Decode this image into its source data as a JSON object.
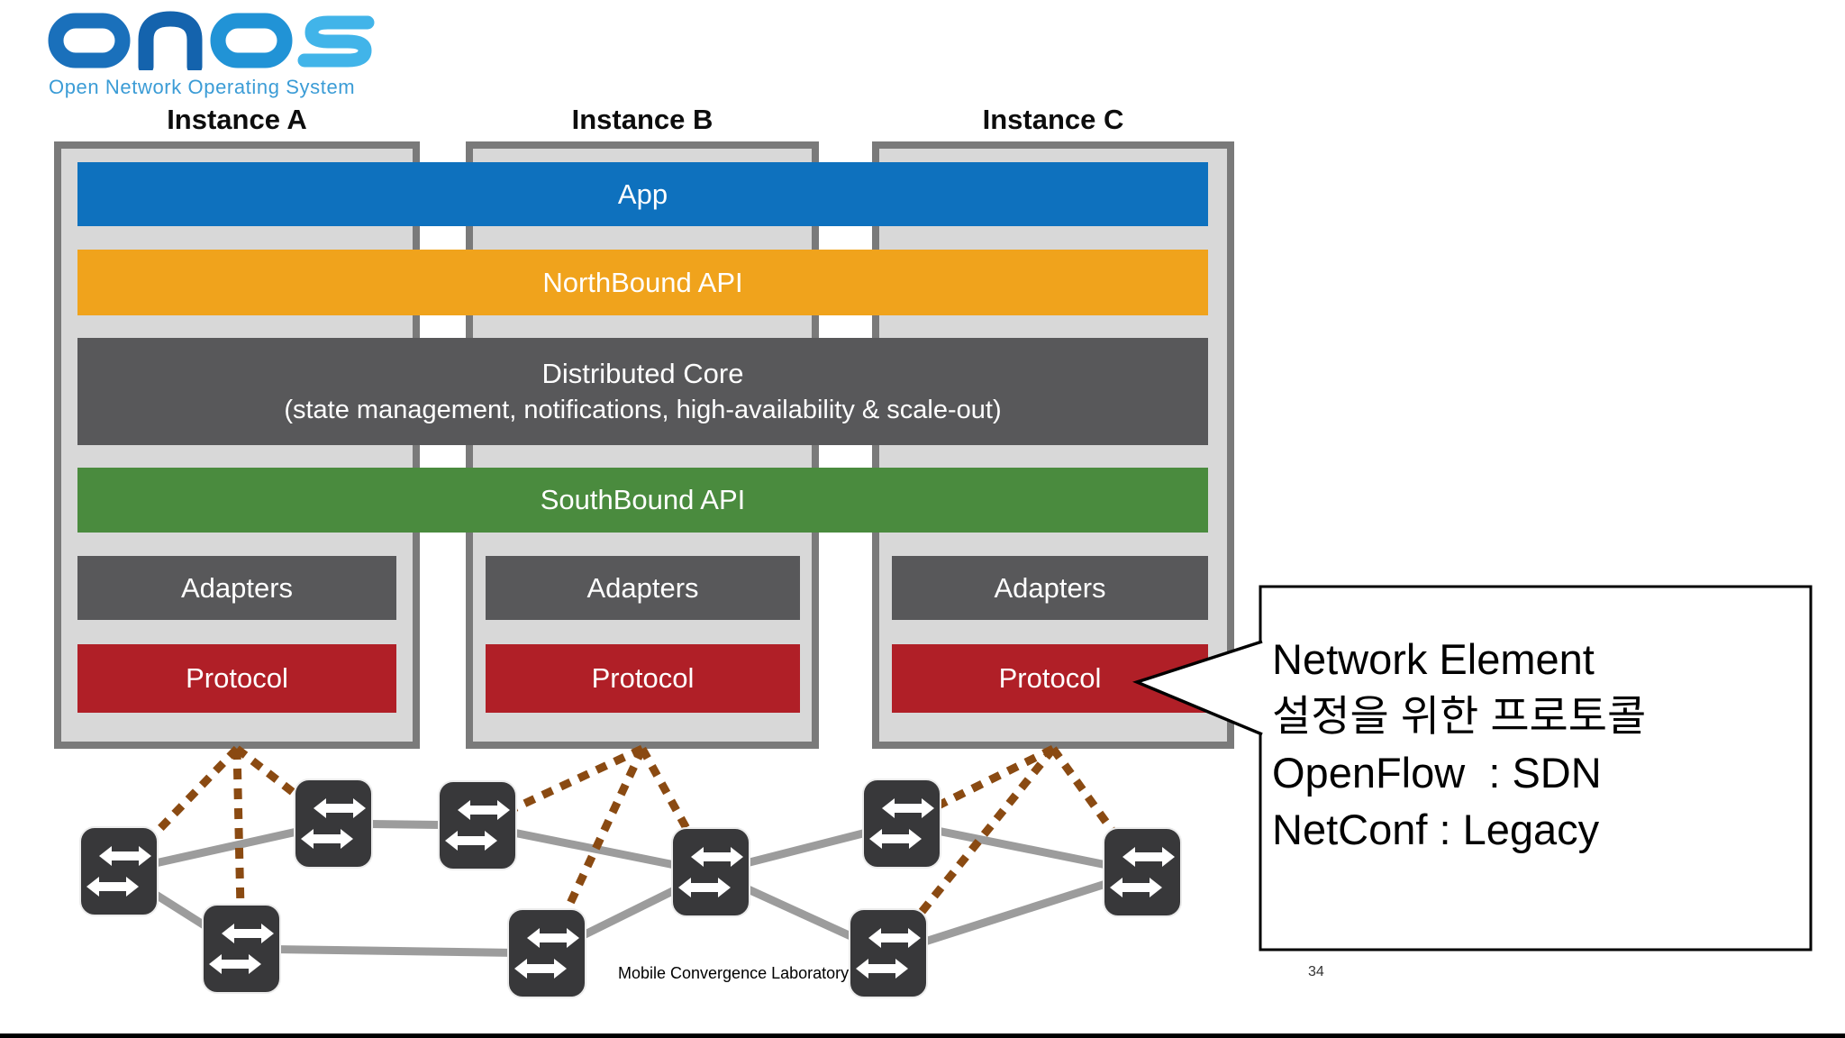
{
  "logo": {
    "word": "onos",
    "subtitle": "Open Network Operating System"
  },
  "instances": [
    {
      "label": "Instance A"
    },
    {
      "label": "Instance B"
    },
    {
      "label": "Instance C"
    }
  ],
  "layers": {
    "app": "App",
    "northbound_api": "NorthBound API",
    "distributed_core_title": "Distributed Core",
    "distributed_core_subtitle": "(state management, notifications, high-availability & scale-out)",
    "southbound_api": "SouthBound API",
    "adapters": "Adapters",
    "protocol": "Protocol"
  },
  "callout": {
    "lines": [
      "Network Element",
      "설정을 위한 프로토콜",
      "OpenFlow  : SDN",
      "NetConf : Legacy"
    ]
  },
  "footer": {
    "lab": "Mobile Convergence Laboratory",
    "page_number": "34"
  },
  "network": {
    "switch_icon": "network-switch-icon",
    "switch_count": 9,
    "instance_links": 9,
    "switch_links": 10
  },
  "colors": {
    "app_bar": "#0e71be",
    "northbound_bar": "#f0a31c",
    "core_bar": "#58585a",
    "southbound_bar": "#4a8b3e",
    "adapters_bar": "#58585a",
    "protocol_bar": "#b01f27",
    "instance_fill": "#d8d8d8",
    "instance_border": "#7a7a7a",
    "switch_body": "#38383a",
    "data_link": "#9c9c9c",
    "control_link_dotted": "#8a4a12",
    "logo_subtitle": "#3b9cd6"
  }
}
